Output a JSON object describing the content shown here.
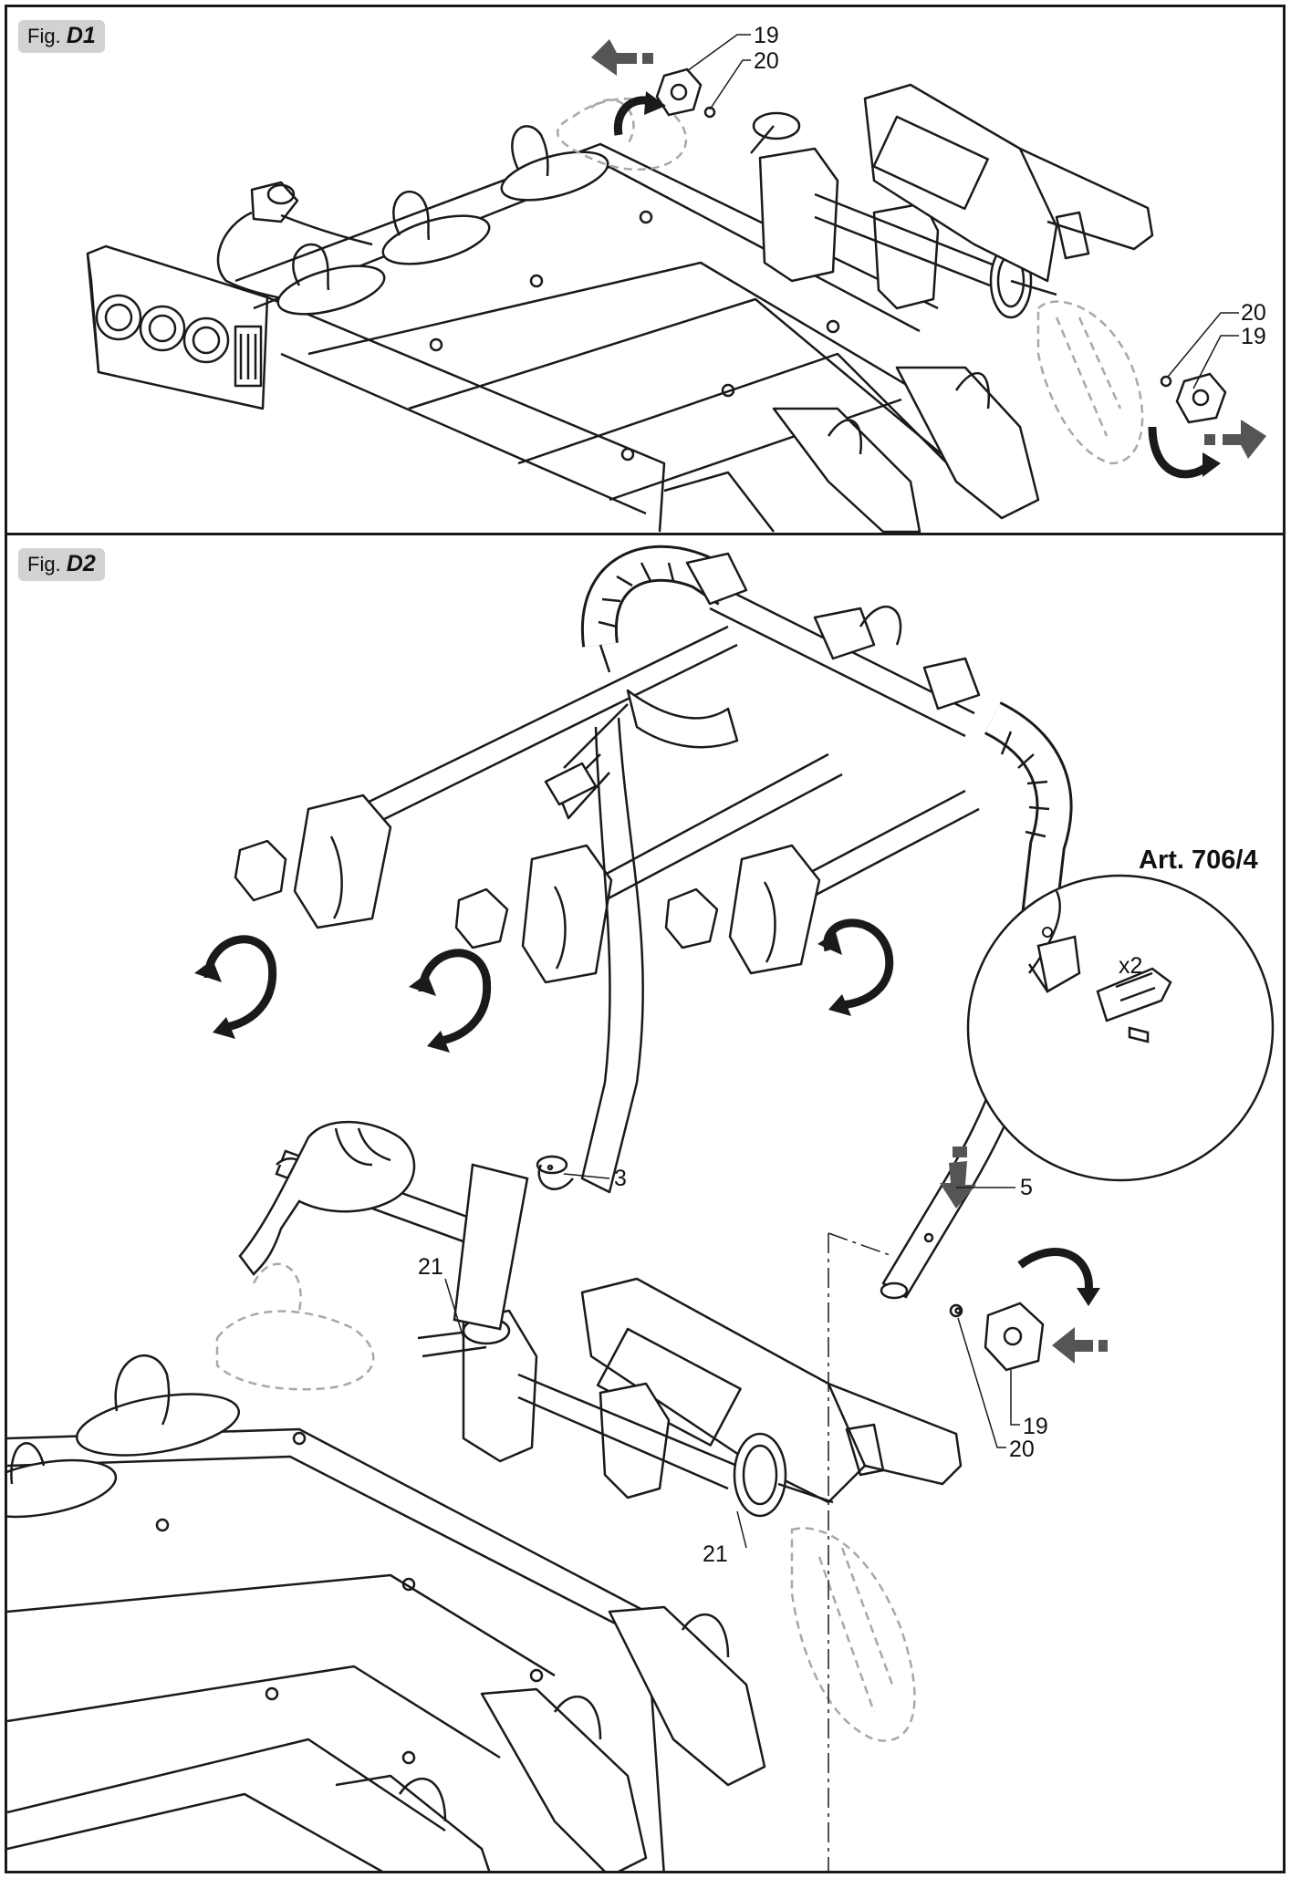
{
  "figures": [
    {
      "prefix": "Fig.",
      "id": "D1",
      "callouts": {
        "top_a": "19",
        "top_b": "20",
        "right_a": "20",
        "right_b": "19"
      }
    },
    {
      "prefix": "Fig.",
      "id": "D2",
      "callouts": {
        "end_cap": "3",
        "arm": "5",
        "knob": "19",
        "washer": "20",
        "clamp_top": "21",
        "clamp_bottom": "21"
      },
      "inset": {
        "title": "Art. 706/4",
        "quantity": "x2"
      }
    }
  ],
  "colors": {
    "line": "#1a1a1a",
    "ghost": "#a8a8a8",
    "tag_bg": "#d2d2d2",
    "arrow_fill": "#555555"
  },
  "icons": [
    "hammer-icon",
    "hand-icon",
    "rotate-arrow-icon",
    "push-arrow-icon",
    "down-arrow-icon"
  ]
}
